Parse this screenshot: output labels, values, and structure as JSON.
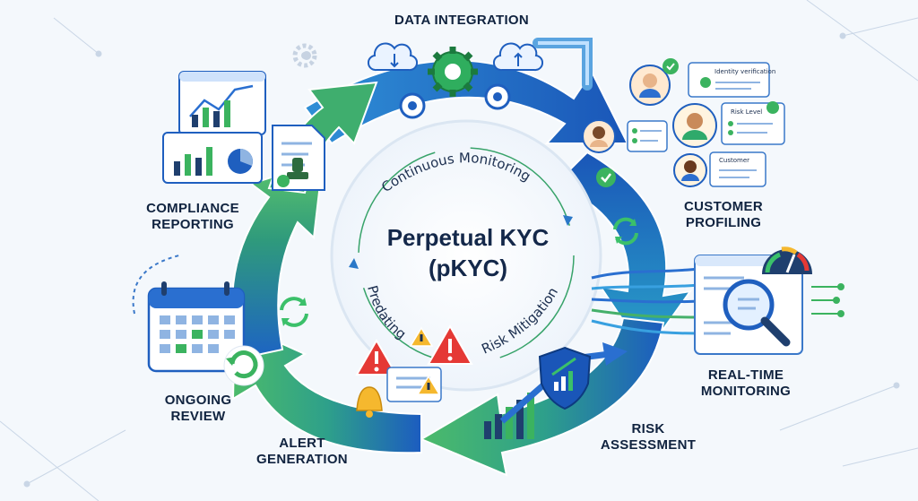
{
  "center": {
    "line1": "Perpetual KYC",
    "line2": "(pKYC)"
  },
  "inner_ring": {
    "top": "Continuous Monitoring",
    "right": "Risk Mitigation",
    "left": "Predating"
  },
  "stages": {
    "data_integration": "DATA INTEGRATION",
    "customer_profiling": [
      "CUSTOMER",
      "PROFILING"
    ],
    "realtime_monitoring": [
      "REAL-TIME",
      "MONITORING"
    ],
    "risk_assessment": [
      "RISK",
      "ASSESSMENT"
    ],
    "alert_generation": [
      "ALERT",
      "GENERATION"
    ],
    "ongoing_review": [
      "ONGOING",
      "REVIEW"
    ],
    "compliance_reporting": [
      "COMPLIANCE",
      "REPORTING"
    ]
  },
  "profile_cards": {
    "card1": "Identity verification",
    "card2": "Risk Level",
    "card3": "Customer"
  },
  "colors": {
    "blue": "#1f5fbf",
    "green": "#45b06a",
    "navy": "#14284a",
    "alert": "#e53935",
    "warn": "#f5b82e"
  },
  "icons": [
    "gear-icon",
    "cloud-icon",
    "pipe-icon",
    "avatar-icon",
    "check-icon",
    "gauge-icon",
    "magnifier-icon",
    "shield-icon",
    "growth-chart-icon",
    "bell-icon",
    "warning-icon",
    "calendar-icon",
    "refresh-icon",
    "report-icon",
    "document-icon",
    "stamp-icon",
    "pie-chart-icon"
  ]
}
